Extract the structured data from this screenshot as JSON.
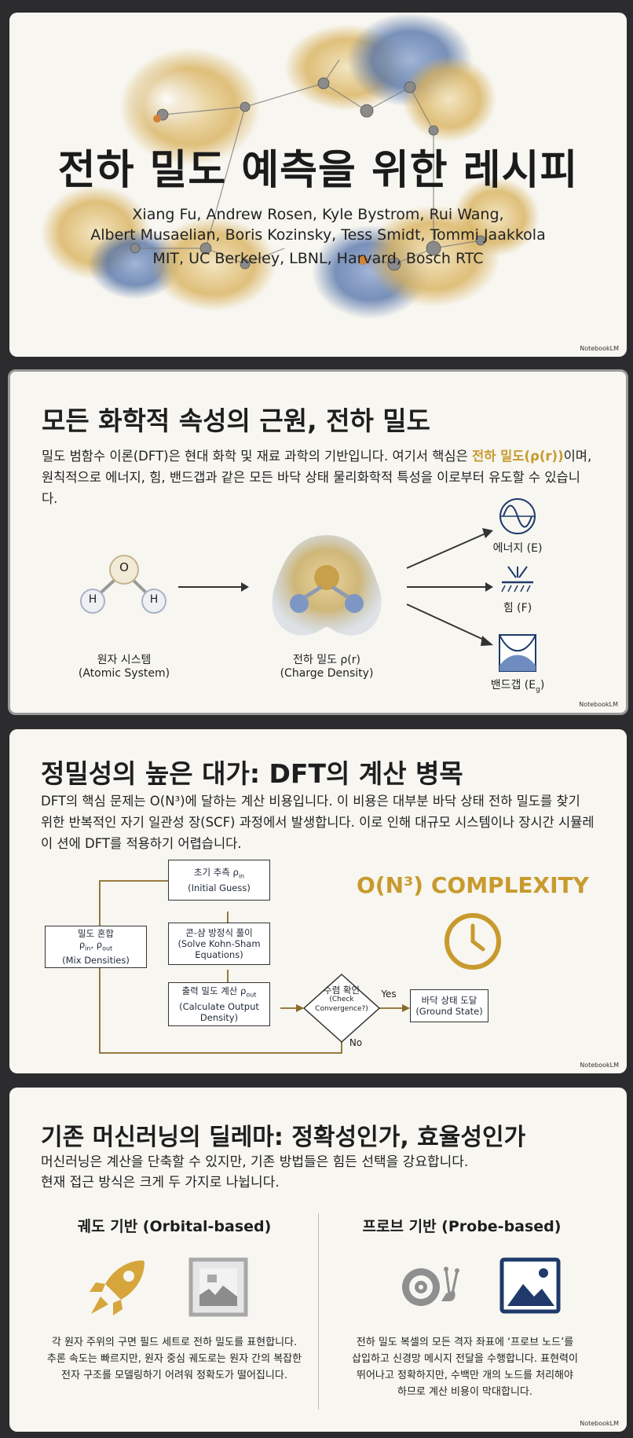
{
  "brand": "NotebookLM",
  "slide1": {
    "title": "전하 밀도 예측을 위한 레시피",
    "authors_line1": "Xiang Fu, Andrew Rosen, Kyle Bystrom, Rui Wang,",
    "authors_line2": "Albert Musaelian, Boris Kozinsky, Tess Smidt, Tommi Jaakkola",
    "affiliations": "MIT, UC Berkeley, LBNL, Harvard, Bosch RTC"
  },
  "slide2": {
    "title": "모든 화학적 속성의 근원, 전하 밀도",
    "para_pre": "밀도 범함수 이론(DFT)은 현대 화학 및 재료 과학의 기반입니다. 여기서 핵심은 ",
    "para_hl": "전하 밀도(ρ(r))",
    "para_post": "이며, 원칙적으로 에너지, 힘, 밴드갭과 같은 모든 바닥 상태 물리화학적 특성을 이로부터 유도할 수 있습니다.",
    "atom_o": "O",
    "atom_h": "H",
    "atomic_ko": "원자 시스템",
    "atomic_en": "(Atomic System)",
    "density_ko": "전하 밀도 ρ(r)",
    "density_en": "(Charge Density)",
    "energy": "에너지 (E)",
    "force": "힘 (F)",
    "bandgap": "밴드갭 (E",
    "bandgap_sub": "g",
    "bandgap_close": ")"
  },
  "slide3": {
    "title": "정밀성의 높은 대가: DFT의 계산 병목",
    "para": "DFT의 핵심 문제는 O(N³)에 달하는 계산 비용입니다. 이 비용은 대부분 바닥 상태 전하 밀도를 찾기 위한 반복적인 자기 일관성 장(SCF) 과정에서 발생합니다. 이로 인해 대규모 시스템이나 장시간 시뮬레이 션에 DFT를 적용하기 어렵습니다.",
    "initial_ko": "초기 추측 ρ",
    "initial_sub": "in",
    "initial_en": "(Initial Guess)",
    "mix_ko": "밀도 혼합",
    "mix_rho": "ρ",
    "mix_sub1": "in",
    "mix_comma": ", ρ",
    "mix_sub2": "out",
    "mix_en": "(Mix Densities)",
    "ks_ko": "콘-샴 방정식 풀이",
    "ks_en1": "(Solve Kohn-Sham",
    "ks_en2": "Equations)",
    "out_ko": "출력 밀도 계산 ρ",
    "out_sub": "out",
    "out_en1": "(Calculate Output",
    "out_en2": "Density)",
    "conv_ko": "수렴 확인",
    "conv_en1": "(Check",
    "conv_en2": "Convergence?)",
    "yes": "Yes",
    "no": "No",
    "ground_ko": "바닥 상태 도달",
    "ground_en": "(Ground State)",
    "complexity": "O(N³) COMPLEXITY"
  },
  "slide4": {
    "title": "기존 머신러닝의 딜레마: 정확성인가, 효율성인가",
    "para1": "머신러닝은 계산을 단축할 수 있지만, 기존 방법들은 힘든 선택을 강요합니다.",
    "para2": "현재 접근 방식은 크게 두 가지로 나뉩니다.",
    "orbital_title": "궤도 기반 (Orbital-based)",
    "orbital_desc1": "각 원자 주위의 구면 필드 세트로 전하 밀도를 표현합니다.",
    "orbital_desc2": "추론 속도는 빠르지만, 원자 중심 궤도로는 원자 간의 복잡한",
    "orbital_desc3": "전자 구조를 모델링하기 어려워 정확도가 떨어집니다.",
    "probe_title": "프로브 기반 (Probe-based)",
    "probe_desc1": "전하 밀도 복셀의 모든 격자 좌표에 ‘프로브 노드’를",
    "probe_desc2": "삽입하고 신경망 메시지 전달을 수행합니다. 표현력이",
    "probe_desc3": "뛰어나고 정확하지만, 수백만 개의 노드를 처리해야",
    "probe_desc4": "하므로 계산 비용이 막대합니다."
  },
  "colors": {
    "gold": "#c89a2e",
    "navy": "#1f3a6b",
    "blue": "#5d7fb5"
  }
}
